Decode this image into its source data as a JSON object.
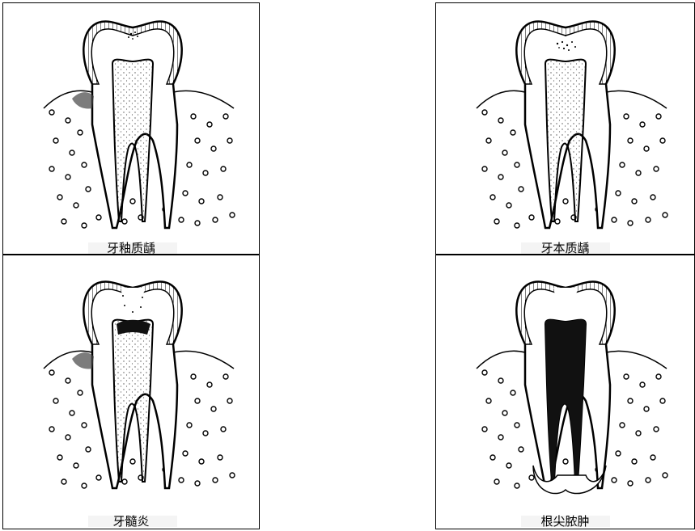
{
  "panels": [
    {
      "id": "enamel-caries",
      "caption": "牙釉质龋"
    },
    {
      "id": "dentin-caries",
      "caption": "牙本质龋"
    },
    {
      "id": "pulpitis",
      "caption": "牙髓炎"
    },
    {
      "id": "periapical-abscess",
      "caption": "根尖脓肿"
    }
  ],
  "colors": {
    "line": "#000000",
    "pulp_dots": "#555555",
    "background": "#ffffff",
    "ghost_text": "#e9e9e9"
  }
}
